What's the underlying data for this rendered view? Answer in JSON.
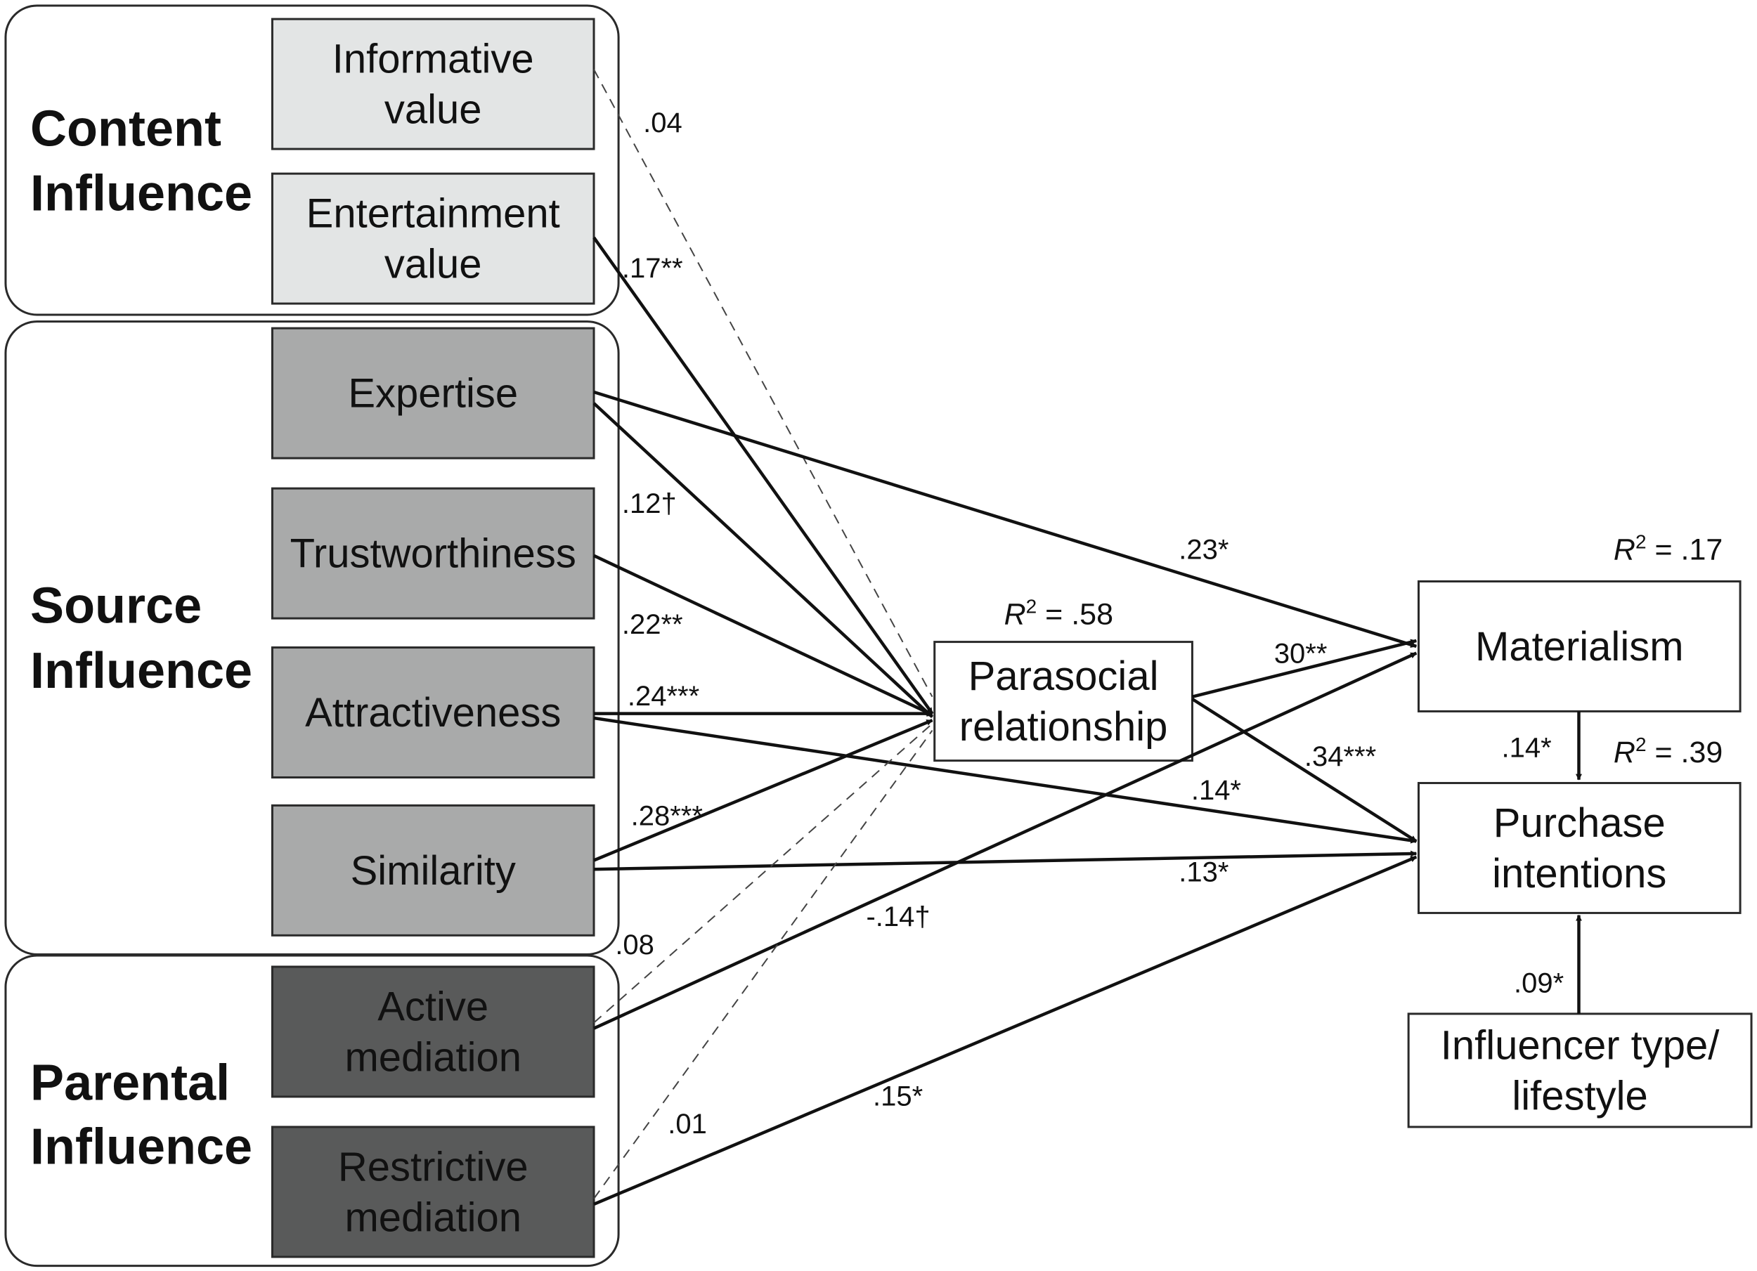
{
  "colors": {
    "content_fill": "#e3e5e5",
    "source_fill": "#a9aaaa",
    "parental_fill": "#595a5a",
    "outcome_fill": "#ffffff",
    "line": "#111111"
  },
  "groups": [
    {
      "id": "content",
      "lines": [
        "Content",
        "Influence"
      ]
    },
    {
      "id": "source",
      "lines": [
        "Source",
        "Influence"
      ]
    },
    {
      "id": "parental",
      "lines": [
        "Parental",
        "Influence"
      ]
    }
  ],
  "nodes": {
    "informative": {
      "lines": [
        "Informative",
        "value"
      ]
    },
    "entertainment": {
      "lines": [
        "Entertainment",
        "value"
      ]
    },
    "expertise": {
      "lines": [
        "Expertise"
      ]
    },
    "trust": {
      "lines": [
        "Trustworthiness"
      ]
    },
    "attract": {
      "lines": [
        "Attractiveness"
      ]
    },
    "similarity": {
      "lines": [
        "Similarity"
      ]
    },
    "active": {
      "lines": [
        "Active",
        "mediation"
      ]
    },
    "restrictive": {
      "lines": [
        "Restrictive",
        "mediation"
      ]
    },
    "parasocial": {
      "lines": [
        "Parasocial",
        "relationship"
      ]
    },
    "materialism": {
      "lines": [
        "Materialism"
      ]
    },
    "purchase": {
      "lines": [
        "Purchase",
        "intentions"
      ]
    },
    "influencer": {
      "lines": [
        "Influencer type/",
        "lifestyle"
      ]
    }
  },
  "r_squared": {
    "parasocial": {
      "symbol": "R",
      "sup": "2",
      "value": " = .58"
    },
    "materialism": {
      "symbol": "R",
      "sup": "2",
      "value": " = .17"
    },
    "purchase": {
      "symbol": "R",
      "sup": "2",
      "value": " = .39"
    }
  },
  "edges": [
    {
      "id": "informative-parasocial",
      "label": ".04",
      "style": "dashed"
    },
    {
      "id": "entertainment-parasocial",
      "label": ".17**",
      "style": "solid"
    },
    {
      "id": "expertise-parasocial",
      "label": ".12†",
      "style": "solid"
    },
    {
      "id": "expertise-materialism",
      "label": ".23*",
      "style": "solid"
    },
    {
      "id": "trust-parasocial",
      "label": ".22**",
      "style": "solid"
    },
    {
      "id": "attract-parasocial",
      "label": ".24***",
      "style": "solid"
    },
    {
      "id": "attract-purchase",
      "label": ".14*",
      "style": "solid"
    },
    {
      "id": "similarity-parasocial",
      "label": ".28***",
      "style": "solid"
    },
    {
      "id": "similarity-purchase",
      "label": ".13*",
      "style": "solid"
    },
    {
      "id": "active-parasocial",
      "label": ".08",
      "style": "dashed"
    },
    {
      "id": "active-materialism",
      "label": "-.14†",
      "style": "solid"
    },
    {
      "id": "restrictive-parasocial",
      "label": ".01",
      "style": "dashed"
    },
    {
      "id": "restrictive-purchase",
      "label": ".15*",
      "style": "solid"
    },
    {
      "id": "parasocial-materialism",
      "label": "30**",
      "style": "solid"
    },
    {
      "id": "parasocial-purchase",
      "label": ".34***",
      "style": "solid"
    },
    {
      "id": "materialism-purchase",
      "label": ".14*",
      "style": "solid"
    },
    {
      "id": "influencer-purchase",
      "label": ".09*",
      "style": "solid"
    }
  ]
}
